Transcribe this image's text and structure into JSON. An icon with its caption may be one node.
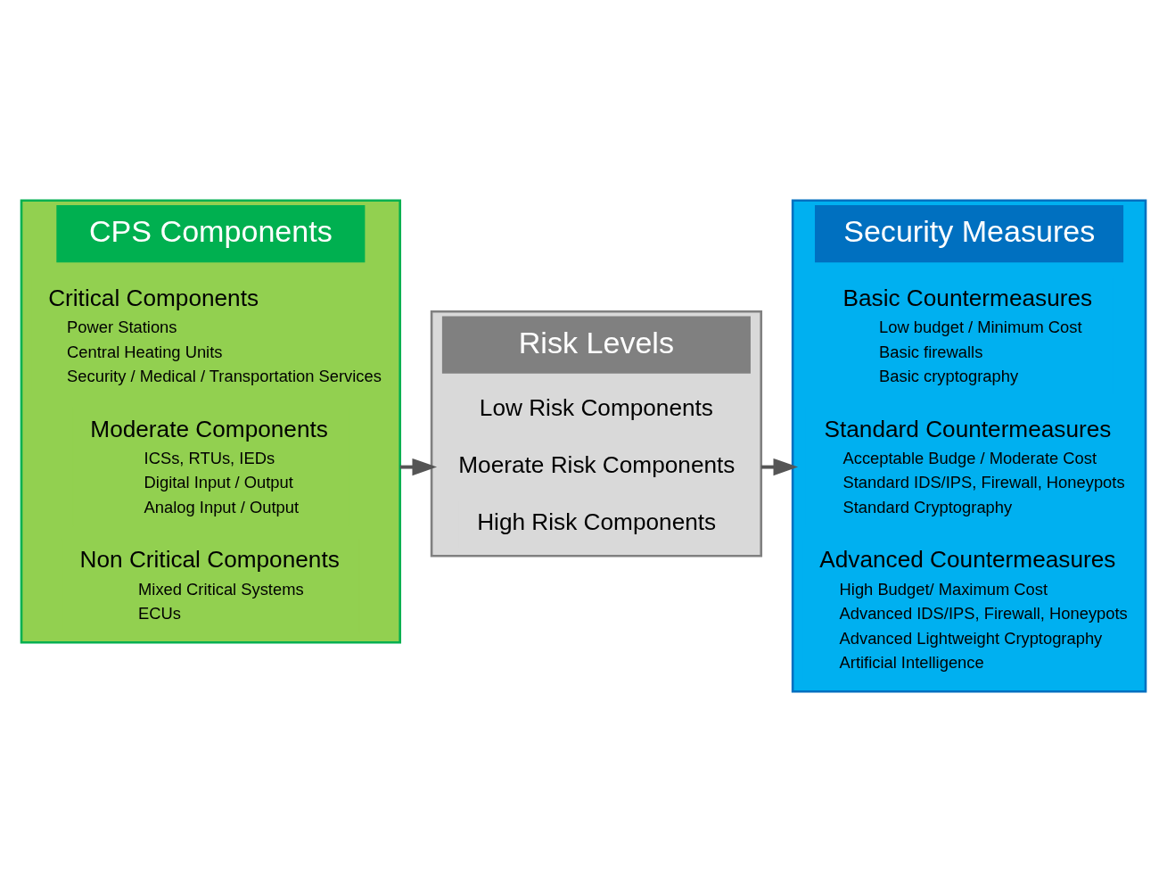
{
  "diagram": {
    "nodes": [
      {
        "text": [
          "CPS Components"
        ]
      },
      {
        "text": [
          "Critical Components",
          "Power Stations",
          "Central Heating Units",
          "Security / Medical / Transportation Services"
        ],
        "in": 0
      },
      {
        "text": [
          "Moderate Components",
          "ICSs, RTUs, IEDs",
          "Digital Input / Output",
          "Analog Input / Output"
        ],
        "in": 0
      },
      {
        "text": [
          "Non Critical Components",
          "Mixed Critical Systems",
          "ECUs"
        ],
        "in": 0
      },
      {
        "text": [
          "Risk Levels"
        ]
      },
      {
        "text": [
          "Low Risk Components"
        ],
        "in": 4
      },
      {
        "text": [
          "Moerate Risk Components"
        ],
        "in": 4
      },
      {
        "text": [
          "High Risk Components"
        ],
        "in": 4
      },
      {
        "text": [
          "Security Measures"
        ]
      },
      {
        "text": [
          "Basic Countermeasures",
          "Low budget / Minimum Cost",
          "Basic firewalls",
          "Basic cryptography"
        ],
        "in": 8
      },
      {
        "text": [
          "Standard Countermeasures",
          "Acceptable Budge / Moderate Cost",
          "Standard IDS/IPS, Firewall, Honeypots",
          "Standard Cryptography"
        ],
        "in": 8
      },
      {
        "text": [
          "Advanced Countermeasures",
          "High Budget/ Maximum Cost",
          "Advanced IDS/IPS, Firewall, Honeypots",
          "Advanced Lightweight Cryptography",
          "Artificial Intelligence"
        ],
        "in": 8
      }
    ],
    "edges": [
      {
        "from": 0,
        "to": 4,
        "arrow": "to"
      },
      {
        "from": 4,
        "to": 8,
        "arrow": "to"
      }
    ]
  }
}
